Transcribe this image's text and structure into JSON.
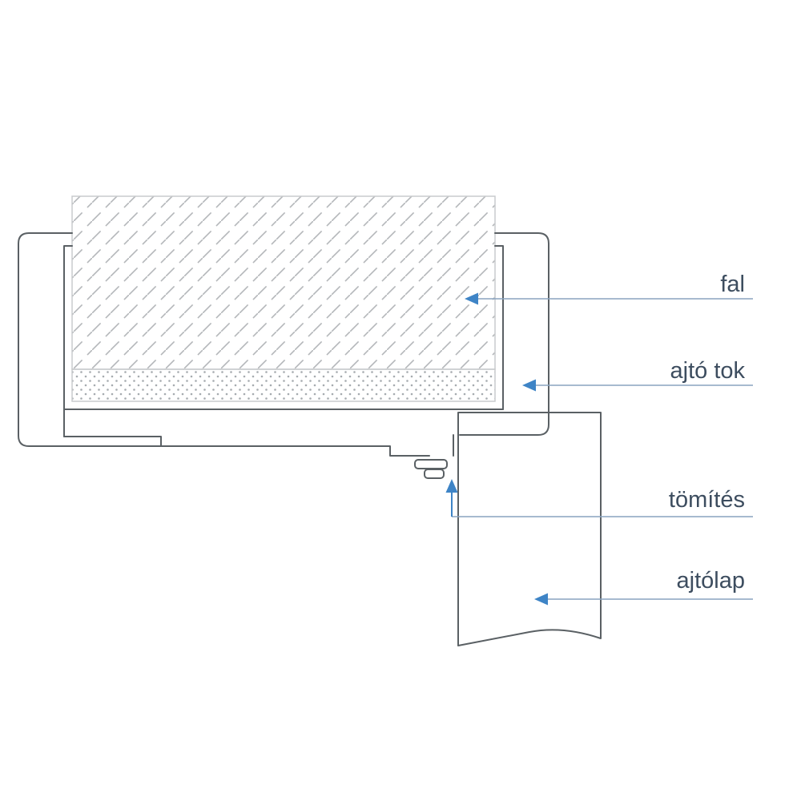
{
  "diagram": {
    "labels": {
      "wall": "fal",
      "door_frame": "ajtó tok",
      "seal": "tömítés",
      "door_leaf": "ajtólap"
    },
    "colors": {
      "accent_blue": "#3e84c6",
      "leader_line": "#8aa4bf",
      "outline": "#5a6064",
      "wall_border": "#c9cbcd",
      "hatch": "#b4b7ba",
      "stipple": "#a6abaf",
      "label_text": "#3d4d5f",
      "background": "#ffffff"
    }
  }
}
